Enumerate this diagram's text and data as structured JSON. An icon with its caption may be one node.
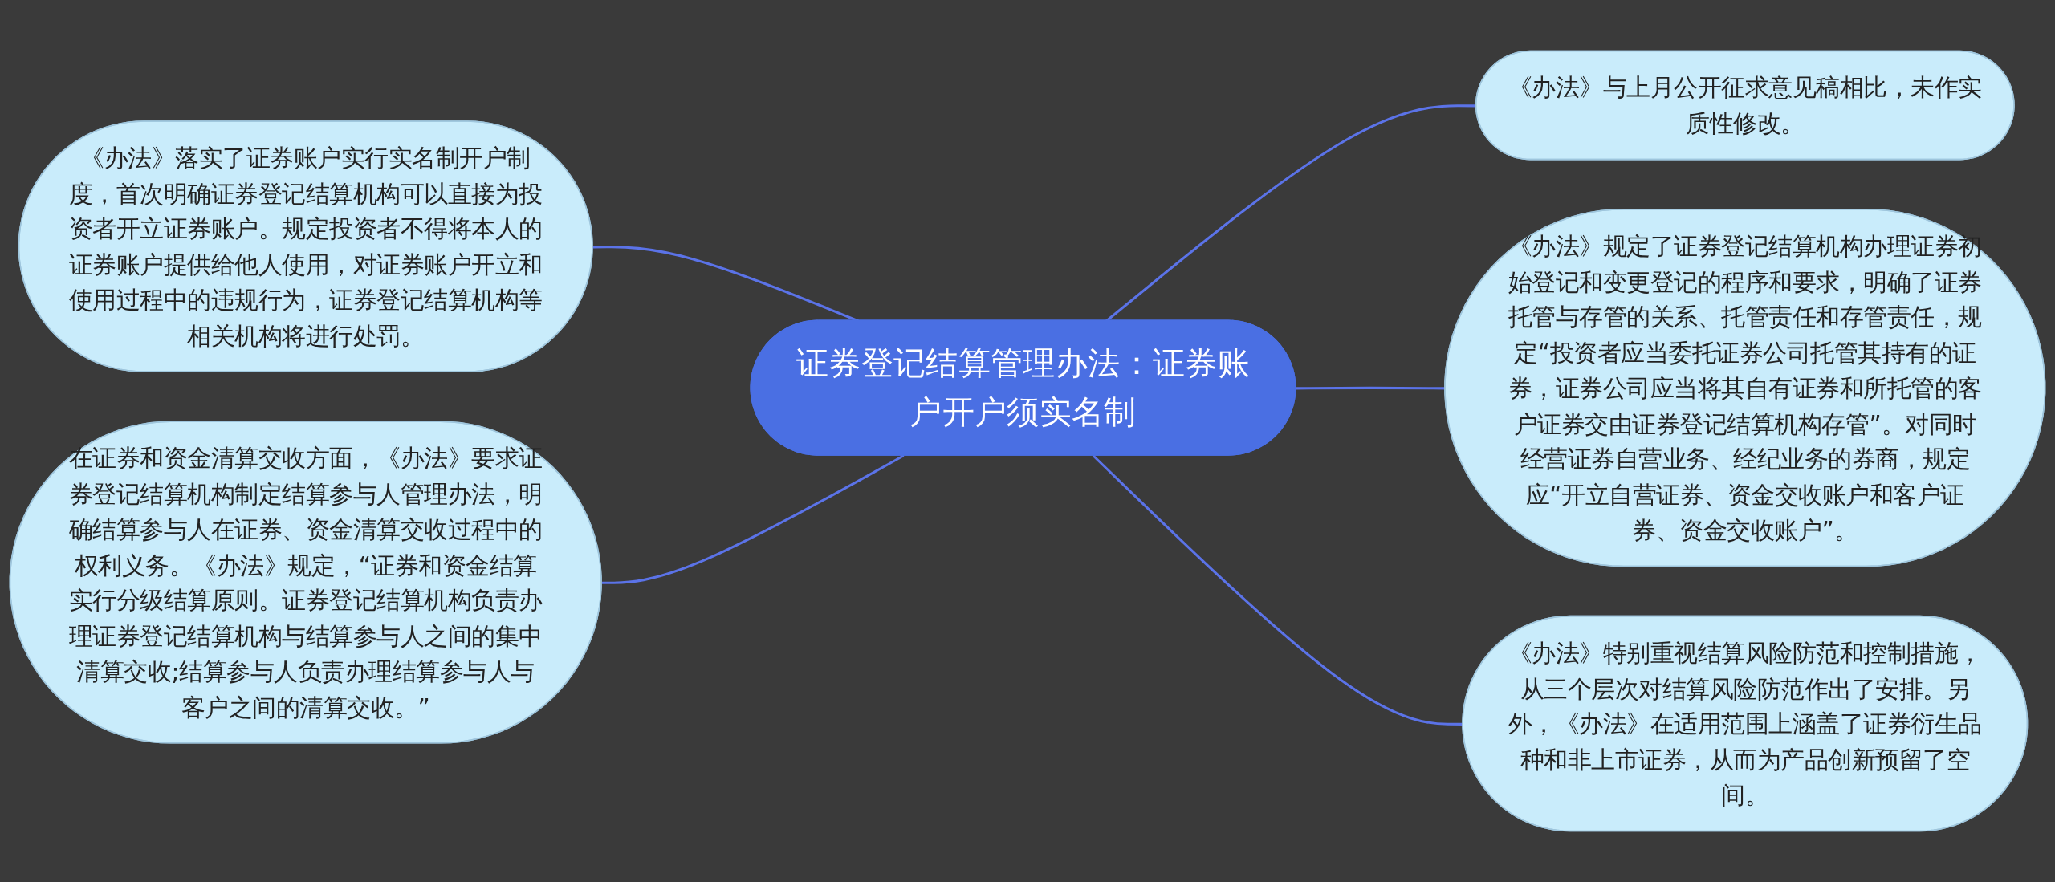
{
  "diagram": {
    "nodes": [
      {
        "text": [
          "证券登记结算管理办法：证券账户开户须实名制"
        ]
      },
      {
        "text": [
          "《办法》落实了证券账户实行实名制开户制度，首次明确证券登记结算机构可以直接为投资者开立证券账户。规定投资者不得将本人的证券账户提供给他人使用，对证券账户开立和使用过程中的违规行为，证券登记结算机构等相关机构将进行处罚。"
        ]
      },
      {
        "text": [
          "在证券和资金清算交收方面，《办法》要求证券登记结算机构制定结算参与人管理办法，明确结算参与人在证券、资金清算交收过程中的权利义务。《办法》规定，“证券和资金结算实行分级结算原则。证券登记结算机构负责办理证券登记结算机构与结算参与人之间的集中清算交收;结算参与人负责办理结算参与人与客户之间的清算交收。”"
        ]
      },
      {
        "text": [
          "《办法》与上月公开征求意见稿相比，未作实质性修改。"
        ]
      },
      {
        "text": [
          "《办法》规定了证券登记结算机构办理证券初始登记和变更登记的程序和要求，明确了证券托管与存管的关系、托管责任和存管责任，规定“投资者应当委托证券公司托管其持有的证券，证券公司应当将其自有证券和所托管的客户证券交由证券登记结算机构存管”。对同时经营证券自营业务、经纪业务的券商，规定应“开立自营证券、资金交收账户和客户证券、资金交收账户”。"
        ]
      },
      {
        "text": [
          "《办法》特别重视结算风险防范和控制措施，从三个层次对结算风险防范作出了安排。另外，《办法》在适用范围上涵盖了证券衍生品种和非上市证券，从而为产品创新预留了空间。"
        ]
      }
    ],
    "edges": [
      {
        "from": 0,
        "to": 1,
        "arrow": "none"
      },
      {
        "from": 0,
        "to": 2,
        "arrow": "none"
      },
      {
        "from": 0,
        "to": 3,
        "arrow": "none"
      },
      {
        "from": 0,
        "to": 4,
        "arrow": "none"
      },
      {
        "from": 0,
        "to": 5,
        "arrow": "none"
      }
    ]
  }
}
